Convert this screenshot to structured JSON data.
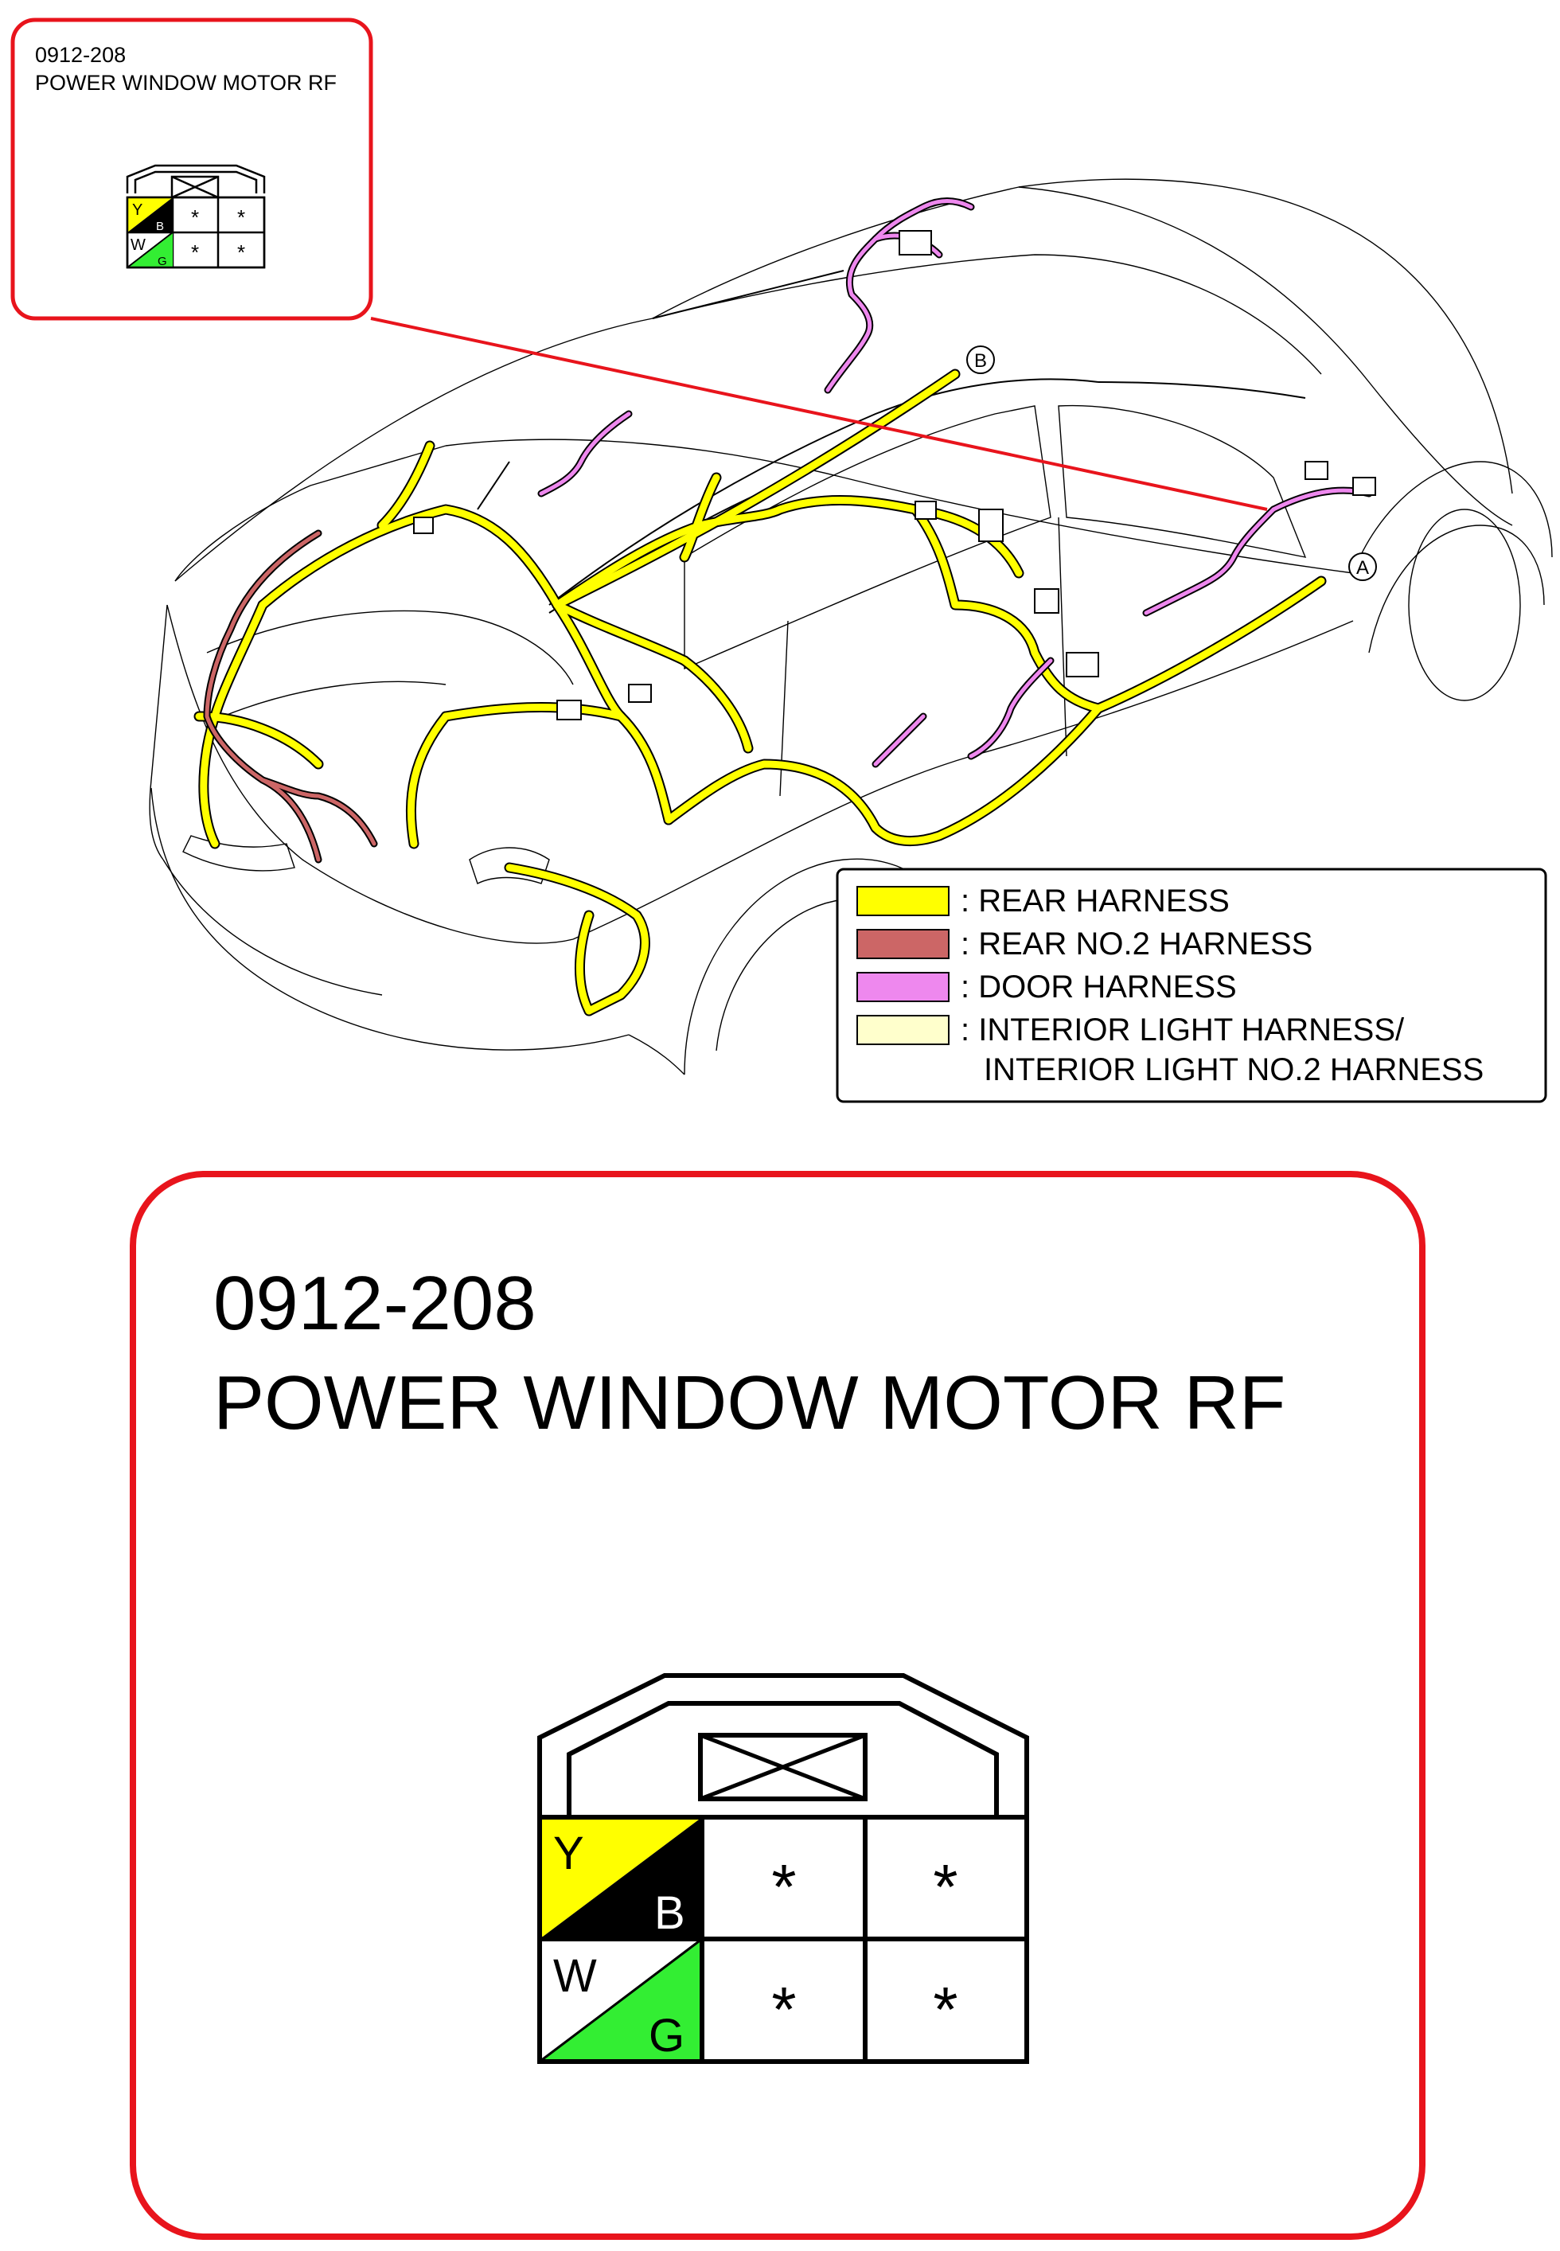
{
  "callout_small": {
    "code": "0912-208",
    "name": "POWER WINDOW MOTOR RF"
  },
  "callout_large": {
    "code": "0912-208",
    "name": "POWER WINDOW MOTOR RF"
  },
  "connector": {
    "pins": [
      {
        "top_wire": "Y",
        "bottom_wire": "B",
        "top_color": "#ffff00",
        "bottom_color": "#000000",
        "bottom_text_color": "#ffffff"
      },
      {
        "top_wire": "W",
        "bottom_wire": "G",
        "top_color": "#ffffff",
        "bottom_color": "#33ee33",
        "bottom_text_color": "#000000"
      }
    ],
    "unused_mark": "*"
  },
  "points": {
    "a": "A",
    "b": "B"
  },
  "legend": {
    "items": [
      {
        "label": ": REAR HARNESS",
        "color": "#ffff00"
      },
      {
        "label": ": REAR NO.2 HARNESS",
        "color": "#cc6666"
      },
      {
        "label": ": DOOR HARNESS",
        "color": "#ee88ee"
      },
      {
        "label": ": INTERIOR LIGHT HARNESS/",
        "label2": "INTERIOR LIGHT NO.2 HARNESS",
        "color": "#ffffcc"
      }
    ]
  },
  "colors": {
    "callout_border": "#e8141c",
    "rear_harness": "#ffff00",
    "rear_no2_harness": "#cc6666",
    "door_harness": "#ee88ee",
    "interior_light_harness": "#ffffcc"
  }
}
